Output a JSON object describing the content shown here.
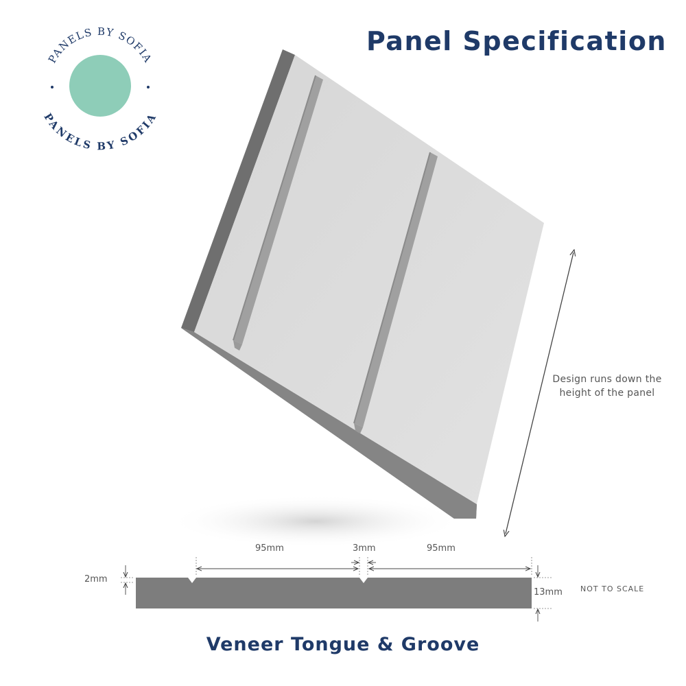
{
  "brand": {
    "logo_text": "PANELS BY SOFIA",
    "accent_color": "#8ecdb8",
    "text_color": "#1f3a68"
  },
  "title": "Panel Specification",
  "subtitle": "Veneer Tongue & Groove",
  "note": {
    "line1": "Design runs down the",
    "line2": "height of the panel"
  },
  "dimensions": {
    "groove_depth": "2mm",
    "width_left": "95mm",
    "groove_width": "3mm",
    "width_right": "95mm",
    "thickness": "13mm"
  },
  "scale_note": "NOT TO SCALE",
  "colors": {
    "panel_face": "#dcdcdc",
    "panel_edge": "#7d7d7d",
    "panel_side": "#6f6f6f",
    "groove": "#9a9a9a"
  }
}
